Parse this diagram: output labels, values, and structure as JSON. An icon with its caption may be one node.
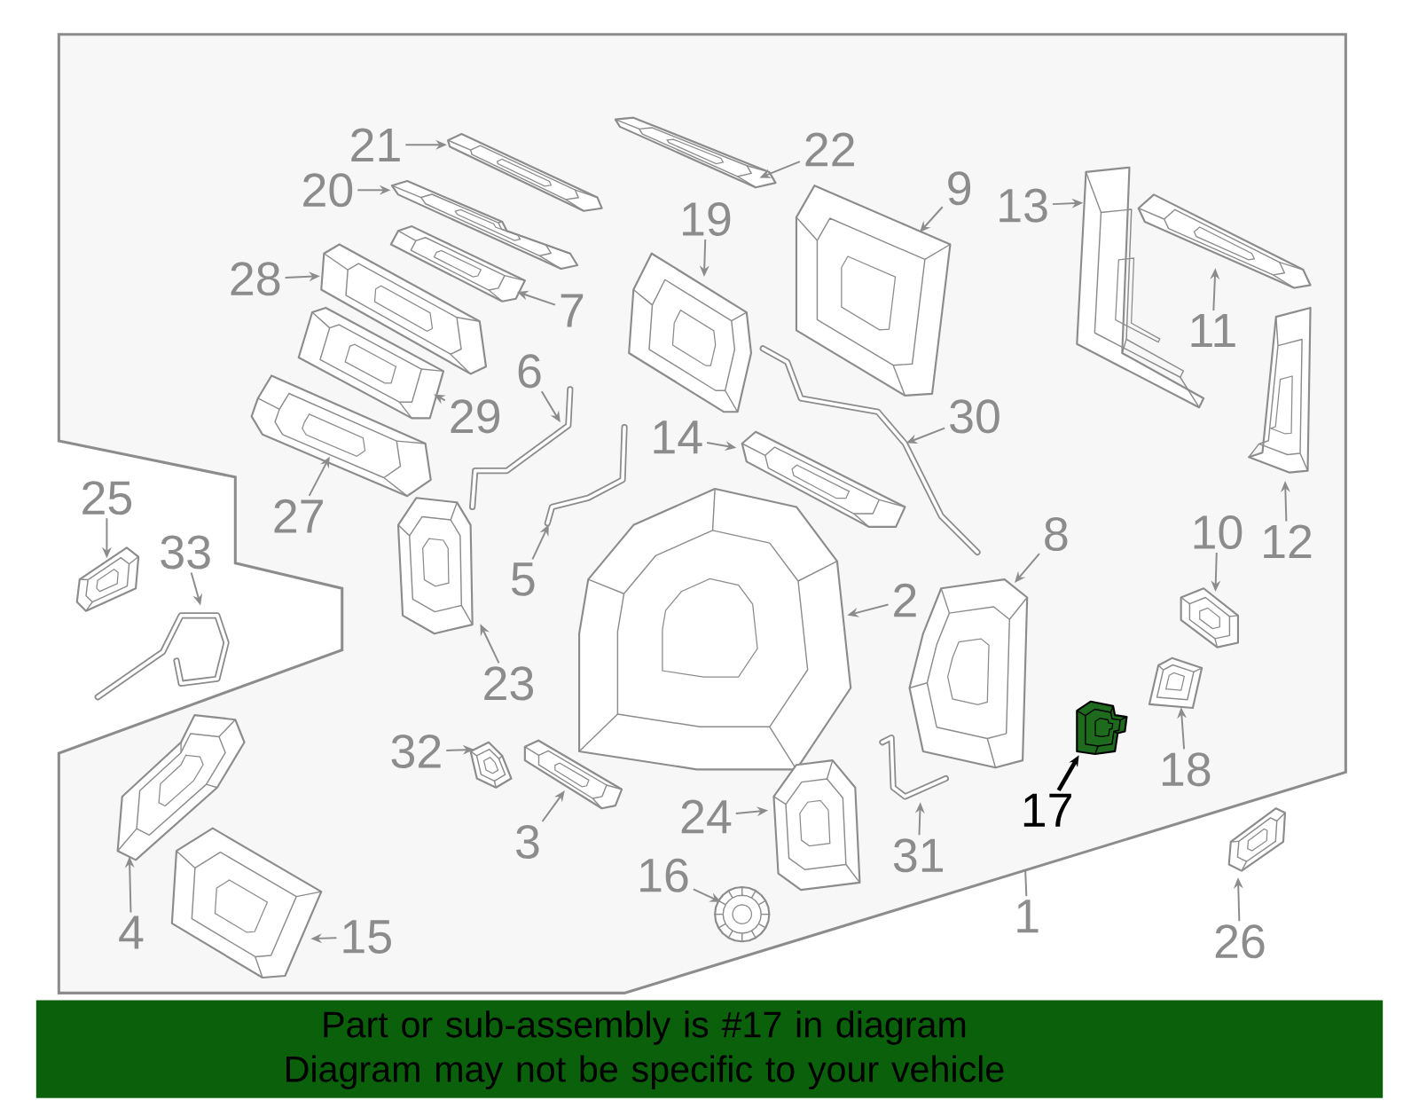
{
  "diagram": {
    "caption": "Part or sub-assembly is #17 in diagram Diagram may not be specific to your vehicle",
    "nodes": [
      {
        "text": [
          "1"
        ]
      },
      {
        "text": [
          "2"
        ],
        "in": 33
      },
      {
        "text": [
          "3"
        ],
        "in": 33
      },
      {
        "text": [
          "4"
        ],
        "in": 33
      },
      {
        "text": [
          "5"
        ],
        "in": 33
      },
      {
        "text": [
          "6"
        ],
        "in": 33
      },
      {
        "text": [
          "7"
        ],
        "in": 33
      },
      {
        "text": [
          "8"
        ],
        "in": 33
      },
      {
        "text": [
          "9"
        ],
        "in": 33
      },
      {
        "text": [
          "10"
        ],
        "in": 33
      },
      {
        "text": [
          "11"
        ],
        "in": 33
      },
      {
        "text": [
          "12"
        ],
        "in": 33
      },
      {
        "text": [
          "13"
        ],
        "in": 33
      },
      {
        "text": [
          "14"
        ],
        "in": 33
      },
      {
        "text": [
          "15"
        ],
        "in": 33
      },
      {
        "text": [
          "16"
        ],
        "in": 33
      },
      {
        "text": [
          "17"
        ],
        "in": 33
      },
      {
        "text": [
          "18"
        ],
        "in": 33
      },
      {
        "text": [
          "19"
        ],
        "in": 33
      },
      {
        "text": [
          "20"
        ],
        "in": 33
      },
      {
        "text": [
          "21"
        ],
        "in": 33
      },
      {
        "text": [
          "22"
        ],
        "in": 33
      },
      {
        "text": [
          "23"
        ],
        "in": 33
      },
      {
        "text": [
          "24"
        ],
        "in": 33
      },
      {
        "text": [
          "25"
        ]
      },
      {
        "text": [
          "26"
        ]
      },
      {
        "text": [
          "27"
        ],
        "in": 33
      },
      {
        "text": [
          "28"
        ],
        "in": 33
      },
      {
        "text": [
          "29"
        ],
        "in": 33
      },
      {
        "text": [
          "30"
        ],
        "in": 33
      },
      {
        "text": [
          "31"
        ],
        "in": 33
      },
      {
        "text": [
          "32"
        ],
        "in": 33
      },
      {
        "text": [
          "33"
        ]
      },
      {
        "text": [],
        "shape": "box"
      },
      {
        "text": [],
        "shape": "picture",
        "in": 33
      },
      {
        "text": [],
        "shape": "picture",
        "in": 33
      },
      {
        "text": [],
        "shape": "picture",
        "in": 33
      },
      {
        "text": [],
        "shape": "picture",
        "in": 33
      },
      {
        "text": [],
        "shape": "picture",
        "in": 33
      },
      {
        "text": [],
        "shape": "picture",
        "in": 33
      },
      {
        "text": [],
        "shape": "picture",
        "in": 33
      },
      {
        "text": [],
        "shape": "picture",
        "in": 33
      },
      {
        "text": [],
        "shape": "picture",
        "in": 33
      },
      {
        "text": [],
        "shape": "picture",
        "in": 33
      },
      {
        "text": [],
        "shape": "picture",
        "in": 33
      },
      {
        "text": [],
        "shape": "picture",
        "in": 33
      },
      {
        "text": [],
        "shape": "picture",
        "in": 33
      },
      {
        "text": [],
        "shape": "picture",
        "in": 33
      },
      {
        "text": [],
        "shape": "picture",
        "in": 33
      },
      {
        "text": [],
        "shape": "picture",
        "in": 33
      },
      {
        "text": [],
        "shape": "picture",
        "in": 33
      },
      {
        "text": [],
        "shape": "picture",
        "in": 33
      },
      {
        "text": [],
        "shape": "picture",
        "in": 33
      },
      {
        "text": [],
        "shape": "picture",
        "in": 33
      },
      {
        "text": [],
        "shape": "picture",
        "in": 33
      },
      {
        "text": [],
        "shape": "picture",
        "in": 33
      },
      {
        "text": [],
        "shape": "picture",
        "in": 33
      },
      {
        "text": [],
        "shape": "picture"
      },
      {
        "text": [],
        "shape": "picture"
      },
      {
        "text": [],
        "shape": "picture",
        "in": 33
      },
      {
        "text": [],
        "shape": "picture",
        "in": 33
      },
      {
        "text": [],
        "shape": "picture",
        "in": 33
      },
      {
        "text": [],
        "shape": "picture",
        "in": 33
      },
      {
        "text": [],
        "shape": "picture",
        "in": 33
      },
      {
        "text": [],
        "shape": "picture",
        "in": 33
      },
      {
        "text": [],
        "shape": "picture"
      }
    ],
    "edges": [
      {
        "from": 0,
        "to": 33,
        "arrow": "none"
      },
      {
        "from": 1,
        "to": 34,
        "arrow": "to"
      },
      {
        "from": 2,
        "to": 35,
        "arrow": "to"
      },
      {
        "from": 3,
        "to": 36,
        "arrow": "to"
      },
      {
        "from": 4,
        "to": 37,
        "arrow": "to"
      },
      {
        "from": 5,
        "to": 38,
        "arrow": "to"
      },
      {
        "from": 6,
        "to": 39,
        "arrow": "to"
      },
      {
        "from": 7,
        "to": 40,
        "arrow": "to"
      },
      {
        "from": 8,
        "to": 41,
        "arrow": "to"
      },
      {
        "from": 9,
        "to": 42,
        "arrow": "to"
      },
      {
        "from": 10,
        "to": 43,
        "arrow": "to"
      },
      {
        "from": 11,
        "to": 44,
        "arrow": "to"
      },
      {
        "from": 12,
        "to": 45,
        "arrow": "to"
      },
      {
        "from": 13,
        "to": 46,
        "arrow": "to"
      },
      {
        "from": 14,
        "to": 47,
        "arrow": "to"
      },
      {
        "from": 15,
        "to": 48,
        "arrow": "to"
      },
      {
        "from": 16,
        "to": 49,
        "arrow": "to",
        "style": "thick",
        "color": "#000000"
      },
      {
        "from": 17,
        "to": 50,
        "arrow": "to"
      },
      {
        "from": 18,
        "to": 51,
        "arrow": "to"
      },
      {
        "from": 19,
        "to": 52,
        "arrow": "to"
      },
      {
        "from": 20,
        "to": 53,
        "arrow": "to"
      },
      {
        "from": 21,
        "to": 54,
        "arrow": "to"
      },
      {
        "from": 22,
        "to": 55,
        "arrow": "to"
      },
      {
        "from": 23,
        "to": 56,
        "arrow": "to"
      },
      {
        "from": 24,
        "to": 57,
        "arrow": "to"
      },
      {
        "from": 25,
        "to": 58,
        "arrow": "to"
      },
      {
        "from": 26,
        "to": 59,
        "arrow": "to"
      },
      {
        "from": 27,
        "to": 60,
        "arrow": "to"
      },
      {
        "from": 28,
        "to": 61,
        "arrow": "to"
      },
      {
        "from": 29,
        "to": 62,
        "arrow": "to"
      },
      {
        "from": 30,
        "to": 63,
        "arrow": "to"
      },
      {
        "from": 31,
        "to": 64,
        "arrow": "to"
      },
      {
        "from": 32,
        "to": 65,
        "arrow": "to"
      }
    ]
  }
}
